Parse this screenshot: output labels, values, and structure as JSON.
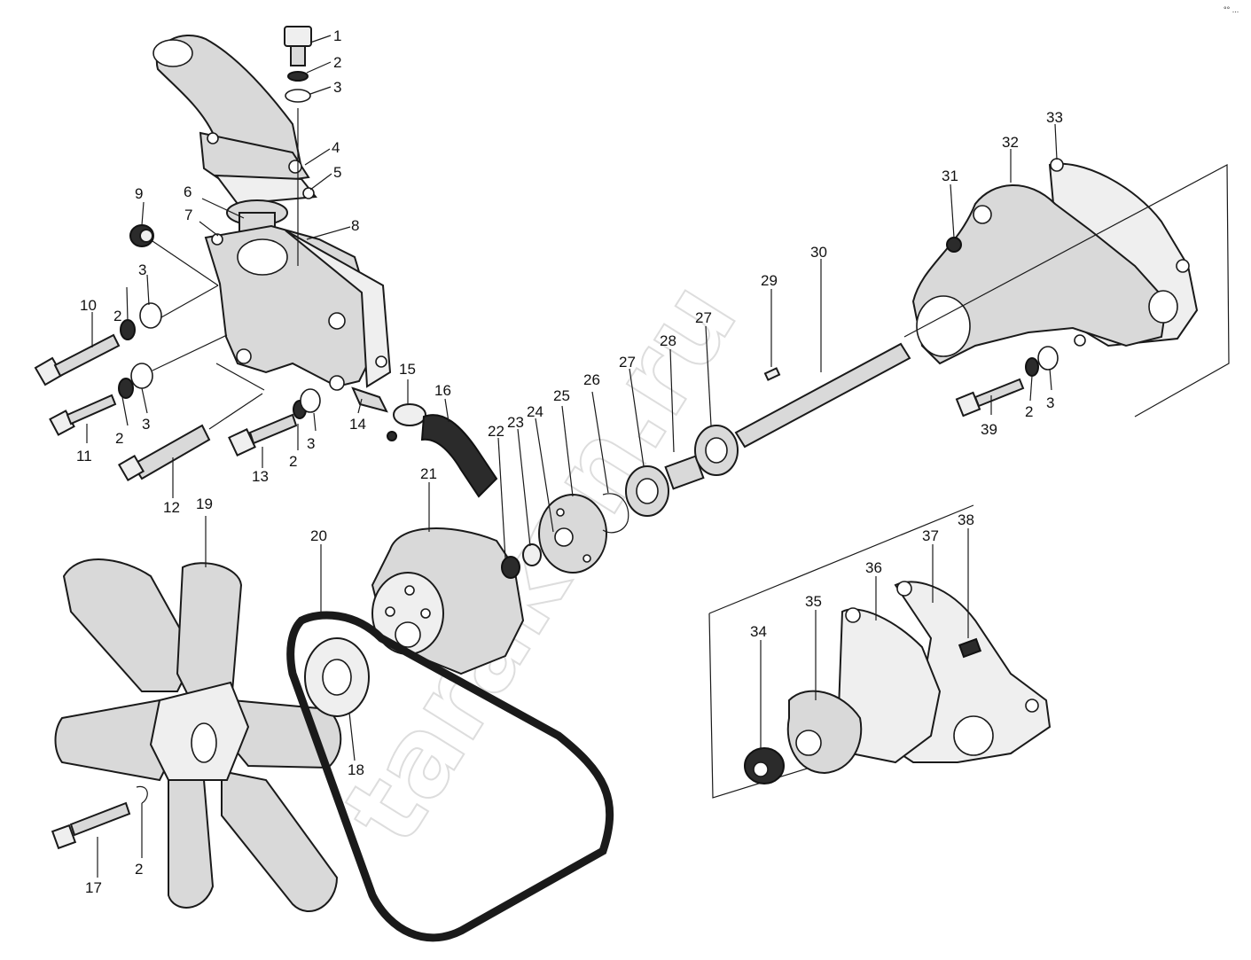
{
  "watermark": "tarakan.ru",
  "corner_mark": "°° ...",
  "callouts": [
    "1",
    "2",
    "3",
    "4",
    "5",
    "6",
    "7",
    "8",
    "9",
    "10",
    "11",
    "12",
    "13",
    "14",
    "15",
    "16",
    "17",
    "18",
    "19",
    "20",
    "21",
    "22",
    "23",
    "24",
    "25",
    "26",
    "27",
    "28",
    "29",
    "30",
    "31",
    "32",
    "33",
    "34",
    "35",
    "36",
    "37",
    "38",
    "39"
  ]
}
